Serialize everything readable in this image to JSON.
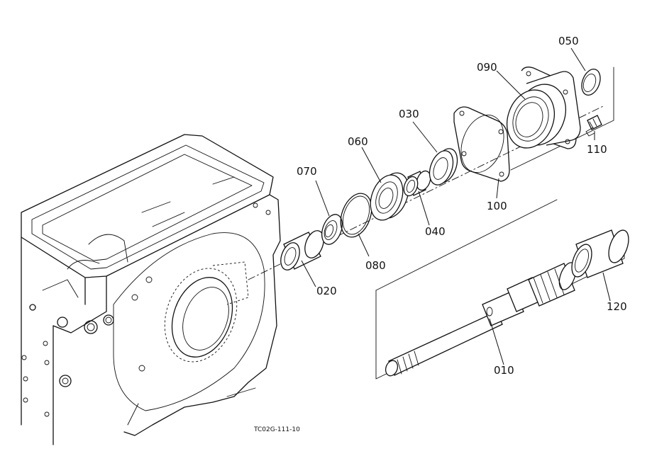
{
  "drawing": {
    "reference_code": "TC02G-111-10"
  },
  "parts": [
    {
      "id": "010"
    },
    {
      "id": "020"
    },
    {
      "id": "030"
    },
    {
      "id": "040"
    },
    {
      "id": "050"
    },
    {
      "id": "060"
    },
    {
      "id": "070"
    },
    {
      "id": "080"
    },
    {
      "id": "090"
    },
    {
      "id": "100"
    },
    {
      "id": "110"
    },
    {
      "id": "120"
    }
  ]
}
